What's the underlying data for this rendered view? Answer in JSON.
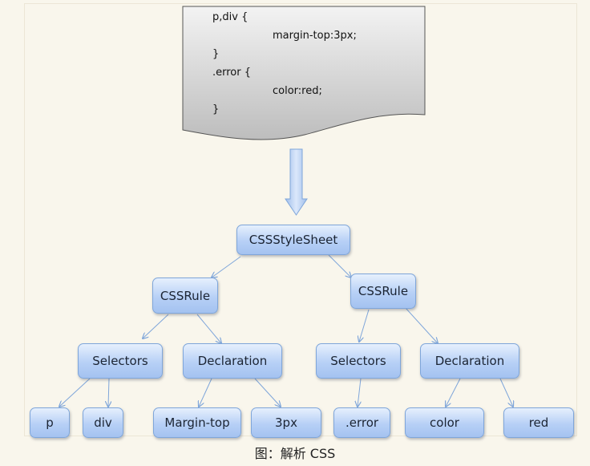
{
  "source_code": {
    "lines": [
      "p,div {",
      "margin-top:3px;",
      "}",
      ".error {",
      "color:red;",
      "}"
    ]
  },
  "tree": {
    "root": "CSSStyleSheet",
    "rule_left": "CSSRule",
    "rule_right": "CSSRule",
    "selectors_left": "Selectors",
    "declaration_left": "Declaration",
    "selectors_right": "Selectors",
    "declaration_right": "Declaration",
    "leaf_p": "p",
    "leaf_div": "div",
    "leaf_margin_top": "Margin-top",
    "leaf_3px": "3px",
    "leaf_error": ".error",
    "leaf_color": "color",
    "leaf_red": "red"
  },
  "caption": "图：解析 CSS",
  "colors": {
    "background": "#f9f6ec",
    "node_fill": "#b7d0f6",
    "node_border": "#7fa6da",
    "edge": "#7fa6da",
    "document_fill": "#d2d2d2"
  }
}
